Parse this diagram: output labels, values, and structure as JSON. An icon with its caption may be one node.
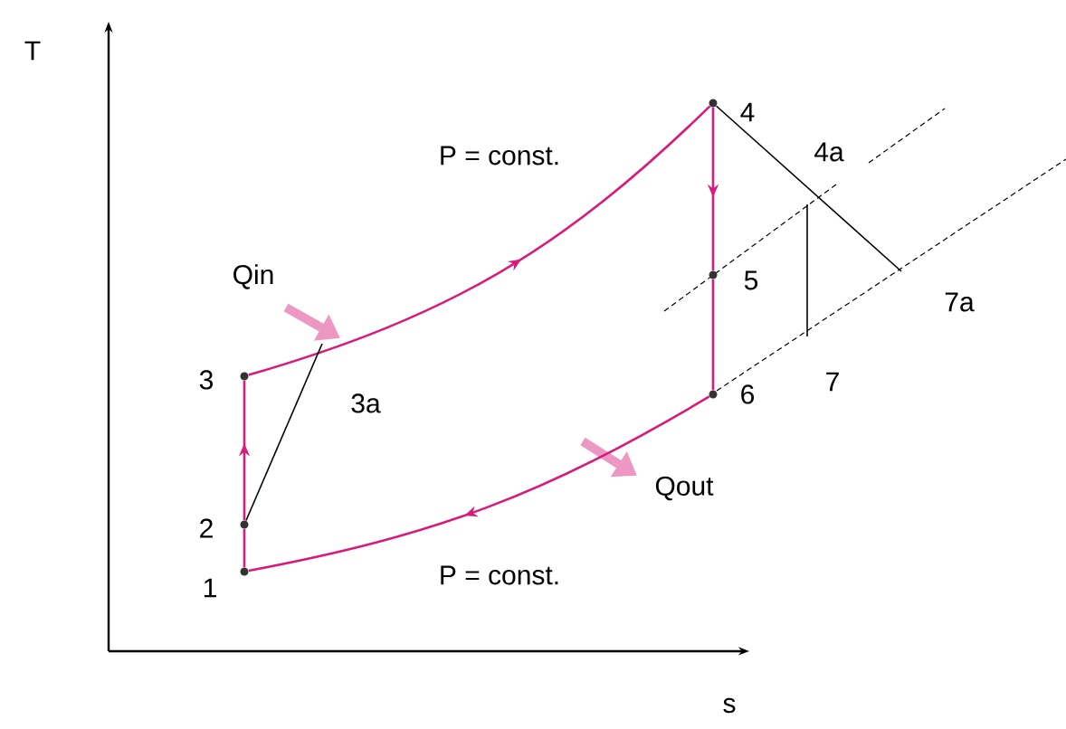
{
  "diagram": {
    "nodes": [
      {
        "text": [],
        "shape": "circle",
        "beside": [
          "1"
        ]
      },
      {
        "text": [],
        "shape": "circle",
        "beside": [
          "2"
        ]
      },
      {
        "text": [],
        "shape": "circle",
        "beside": [
          "3"
        ]
      },
      {
        "text": [],
        "shape": "circle",
        "beside": [
          "4"
        ]
      },
      {
        "text": [],
        "shape": "circle",
        "beside": [
          "5"
        ]
      },
      {
        "text": [],
        "shape": "circle",
        "beside": [
          "6"
        ]
      }
    ],
    "edges": [
      {
        "from": 0,
        "to": 1,
        "arrow": "none"
      },
      {
        "from": 1,
        "to": 2,
        "arrow": "to"
      },
      {
        "from": 2,
        "to": 3,
        "arrow": "to"
      },
      {
        "from": 3,
        "to": 4,
        "arrow": "to"
      },
      {
        "from": 4,
        "to": 5,
        "arrow": "none"
      },
      {
        "from": 5,
        "to": 0,
        "arrow": "to"
      },
      {
        "from": 1,
        "to": null,
        "arrow": "none",
        "color": "#000000"
      },
      {
        "from": 3,
        "to": null,
        "arrow": "none",
        "color": "#000000"
      }
    ],
    "labels": [
      "T",
      "P = const.",
      "Qin",
      "3a",
      "4a",
      "7a",
      "7",
      "Qout",
      "P = const.",
      "s"
    ]
  }
}
